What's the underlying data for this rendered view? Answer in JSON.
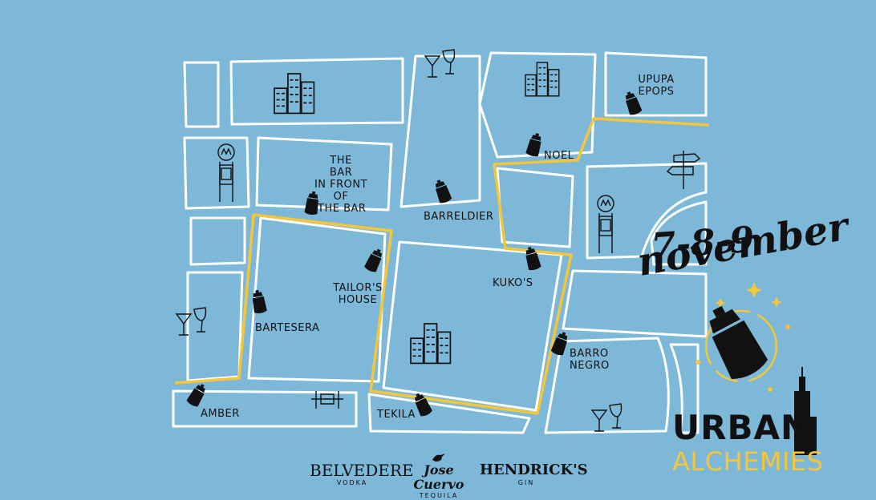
{
  "colors": {
    "background": "#7db8d9",
    "streets": "#ffffff",
    "route": "#f4c63a",
    "ink": "#111111"
  },
  "venues": [
    {
      "id": "the-bar-in-front-of-the-bar",
      "label_lines": [
        "THE",
        "BAR",
        "IN FRONT",
        "OF",
        "THE BAR"
      ]
    },
    {
      "id": "upupa-epops",
      "label_lines": [
        "UPUPA",
        "EPOPS"
      ]
    },
    {
      "id": "noel",
      "label_lines": [
        "NOEL"
      ]
    },
    {
      "id": "barreldier",
      "label_lines": [
        "BARRELDIER"
      ]
    },
    {
      "id": "tailors-house",
      "label_lines": [
        "TAILOR'S",
        "HOUSE"
      ]
    },
    {
      "id": "kukos",
      "label_lines": [
        "KUKO'S"
      ]
    },
    {
      "id": "bartesera",
      "label_lines": [
        "BARTESERA"
      ]
    },
    {
      "id": "barro-negro",
      "label_lines": [
        "BARRO",
        "NEGRO"
      ]
    },
    {
      "id": "amber",
      "label_lines": [
        "AMBER"
      ]
    },
    {
      "id": "tekila",
      "label_lines": [
        "TEKILA"
      ]
    }
  ],
  "map_icons": [
    "cocktail-shaker-icon",
    "city-buildings-icon",
    "cocktail-glasses-icon",
    "metro-sign-icon",
    "signpost-icon",
    "bench-icon"
  ],
  "event": {
    "dates": "7-8-9",
    "month": "november",
    "brand_line1": "URBAN",
    "brand_line2": "ALCHEMIES"
  },
  "sponsors": [
    {
      "name": "BELVEDERE",
      "sub": "VODKA"
    },
    {
      "name": "Jose Cuervo",
      "sub": "TEQUILA"
    },
    {
      "name": "HENDRICK'S",
      "sub": "GIN"
    }
  ]
}
